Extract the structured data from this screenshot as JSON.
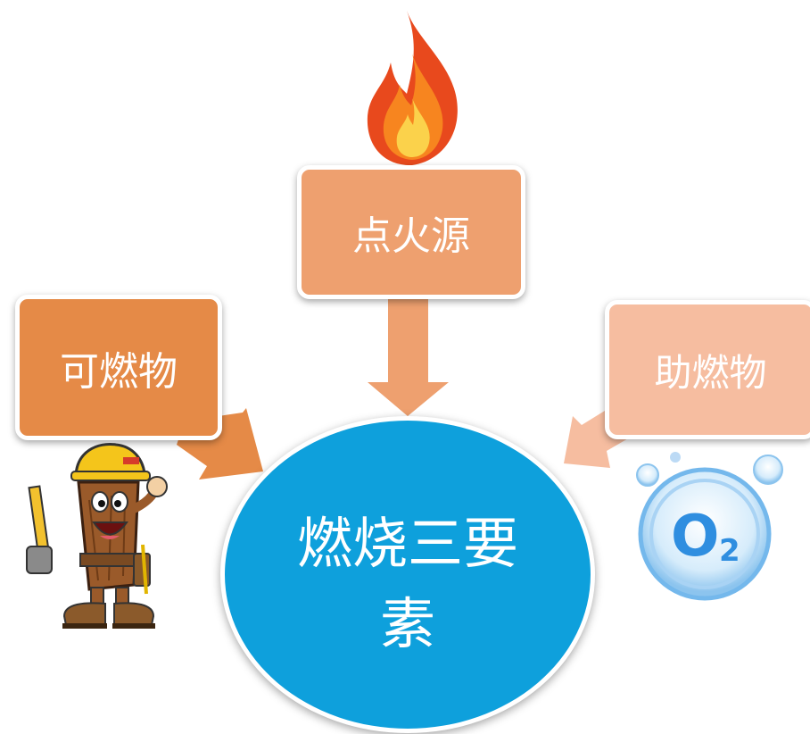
{
  "center": {
    "label": "燃烧三要素",
    "color": "#0ea0dc"
  },
  "ignition": {
    "label": "点火源",
    "color": "#eea06f"
  },
  "fuel": {
    "label": "可燃物",
    "color": "#e58a47"
  },
  "oxidizer": {
    "label": "助燃物",
    "color": "#f6bda0"
  },
  "oxygen_badge": {
    "text": "O",
    "subscript": "2"
  },
  "icons": {
    "flame": "flame-icon",
    "mascot": "wood-log-worker-mascot",
    "oxygen": "oxygen-o2-bubble-icon"
  }
}
